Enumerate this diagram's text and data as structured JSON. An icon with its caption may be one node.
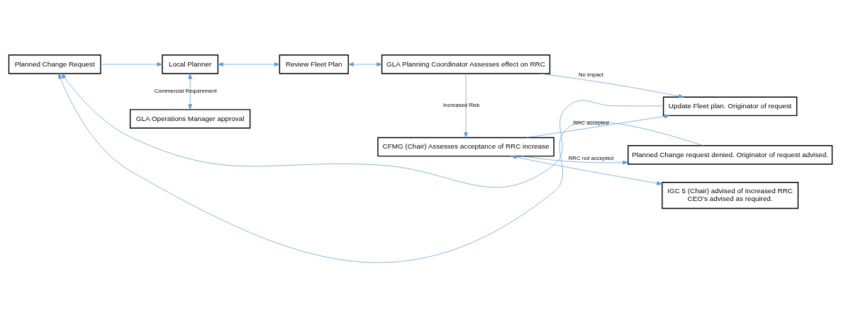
{
  "diagram": {
    "nodes": [
      {
        "text": [
          "Planned Change Request"
        ]
      },
      {
        "text": [
          "Local Planner"
        ]
      },
      {
        "text": [
          "Review Fleet Plan"
        ]
      },
      {
        "text": [
          "GLA Planning Coordinator Assesses effect on RRC"
        ]
      },
      {
        "text": [
          "Update Fleet plan. Originator of request"
        ]
      },
      {
        "text": [
          "GLA Operations Manager approval"
        ]
      },
      {
        "text": [
          "Planned Change request denied. Originator of request advised."
        ]
      },
      {
        "text": [
          "CFMG (Chair) Assesses acceptance of RRC increase"
        ]
      },
      {
        "text": [
          "IGC 5 (Chair) advised of Increased RRC",
          "CEO’s advised as required."
        ]
      }
    ],
    "edges": [
      {
        "from": 0,
        "to": 1,
        "arrow": "to"
      },
      {
        "from": 1,
        "to": 2,
        "arrow": "both"
      },
      {
        "from": 2,
        "to": 3,
        "arrow": "both"
      },
      {
        "from": 3,
        "to": 4,
        "arrow": "to",
        "label": "No impact"
      },
      {
        "from": 4,
        "to": 0,
        "arrow": "to"
      },
      {
        "from": 1,
        "to": 5,
        "arrow": "both",
        "label": "Commercial Requirement"
      },
      {
        "from": 3,
        "to": 7,
        "arrow": "to",
        "label": "Increased Risk"
      },
      {
        "from": 7,
        "to": 4,
        "arrow": "to",
        "label": "RRC accepted"
      },
      {
        "from": 7,
        "to": 6,
        "arrow": "to",
        "label": "RRC not accepted"
      },
      {
        "from": 6,
        "to": 0,
        "arrow": "to"
      },
      {
        "from": 7,
        "to": 8,
        "arrow": "both"
      }
    ]
  }
}
